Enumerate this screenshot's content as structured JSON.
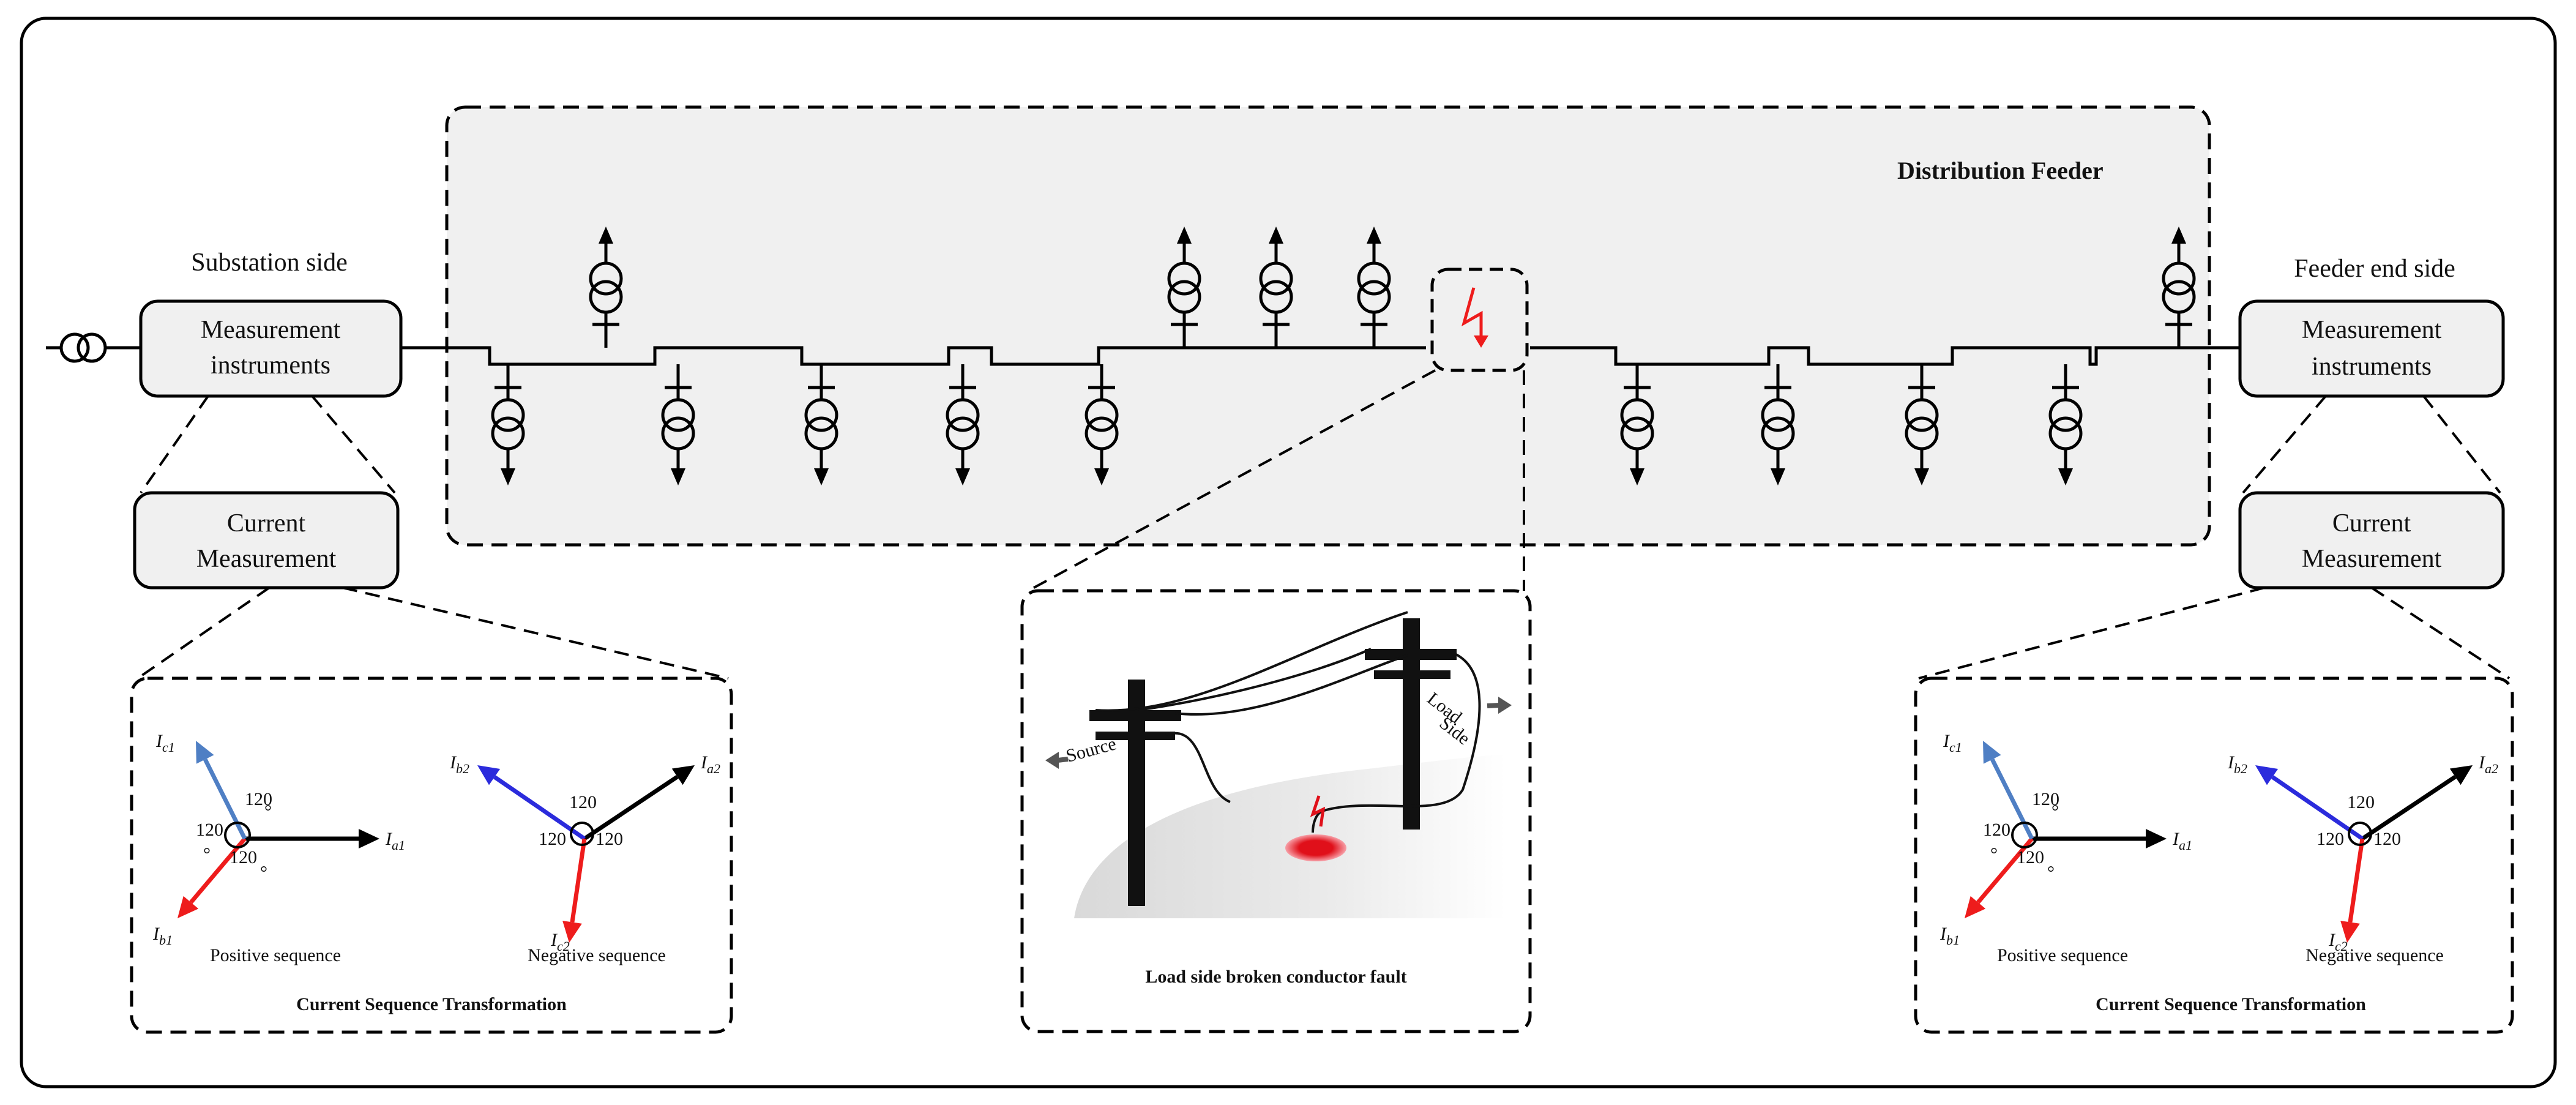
{
  "feeder": {
    "title": "Distribution Feeder"
  },
  "substation": {
    "side_label": "Substation side",
    "measurement_box": [
      "Measurement",
      "instruments"
    ],
    "current_box": [
      "Current",
      "Measurement"
    ]
  },
  "feeder_end": {
    "side_label": "Feeder end side",
    "measurement_box": [
      "Measurement",
      "instruments"
    ],
    "current_box": [
      "Current",
      "Measurement"
    ]
  },
  "fault_panel": {
    "caption": "Load side broken conductor fault",
    "source_label": "Source",
    "load_side_label": [
      "Load",
      "Side"
    ]
  },
  "sequence_panel": {
    "caption": "Current Sequence Transformation",
    "positive_label": "Positive sequence",
    "negative_label": "Negative sequence",
    "angle_label": "120",
    "degree_mark": "°",
    "positive_phasors": [
      {
        "base": "I",
        "sub": "a1",
        "color": "#000000"
      },
      {
        "base": "I",
        "sub": "b1",
        "color": "#ee1c1c"
      },
      {
        "base": "I",
        "sub": "c1",
        "color": "#4f7fc4"
      }
    ],
    "negative_phasors": [
      {
        "base": "I",
        "sub": "a2",
        "color": "#000000"
      },
      {
        "base": "I",
        "sub": "b2",
        "color": "#2b2bdc"
      },
      {
        "base": "I",
        "sub": "c2",
        "color": "#ee1c1c"
      }
    ]
  },
  "colors": {
    "panel_fill": "#f0f0f0",
    "fault": "#ee1c1c",
    "positive_c": "#4f7fc4",
    "negative_b": "#2b2bdc",
    "arrow_grey": "#555555"
  }
}
